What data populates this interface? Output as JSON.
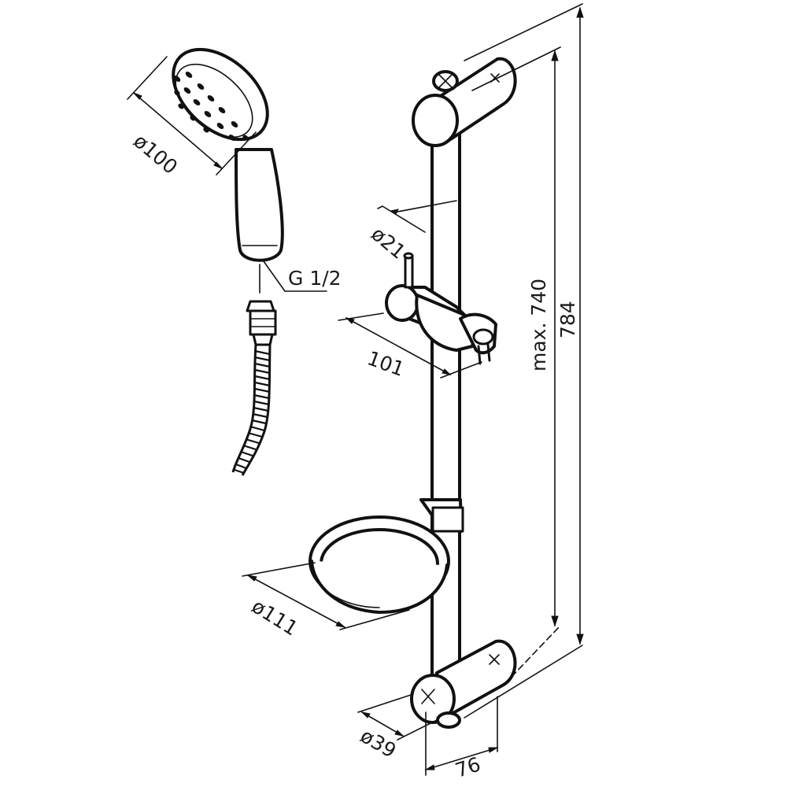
{
  "dimensions": {
    "handshower_diameter": "ø100",
    "hose_thread": "G 1/2",
    "rail_diameter": "ø21",
    "slider_depth": "101",
    "soap_dish_diameter": "ø111",
    "bracket_diameter": "ø39",
    "bracket_depth": "76",
    "max_bracket_spacing": "max. 740",
    "total_height": "784"
  }
}
